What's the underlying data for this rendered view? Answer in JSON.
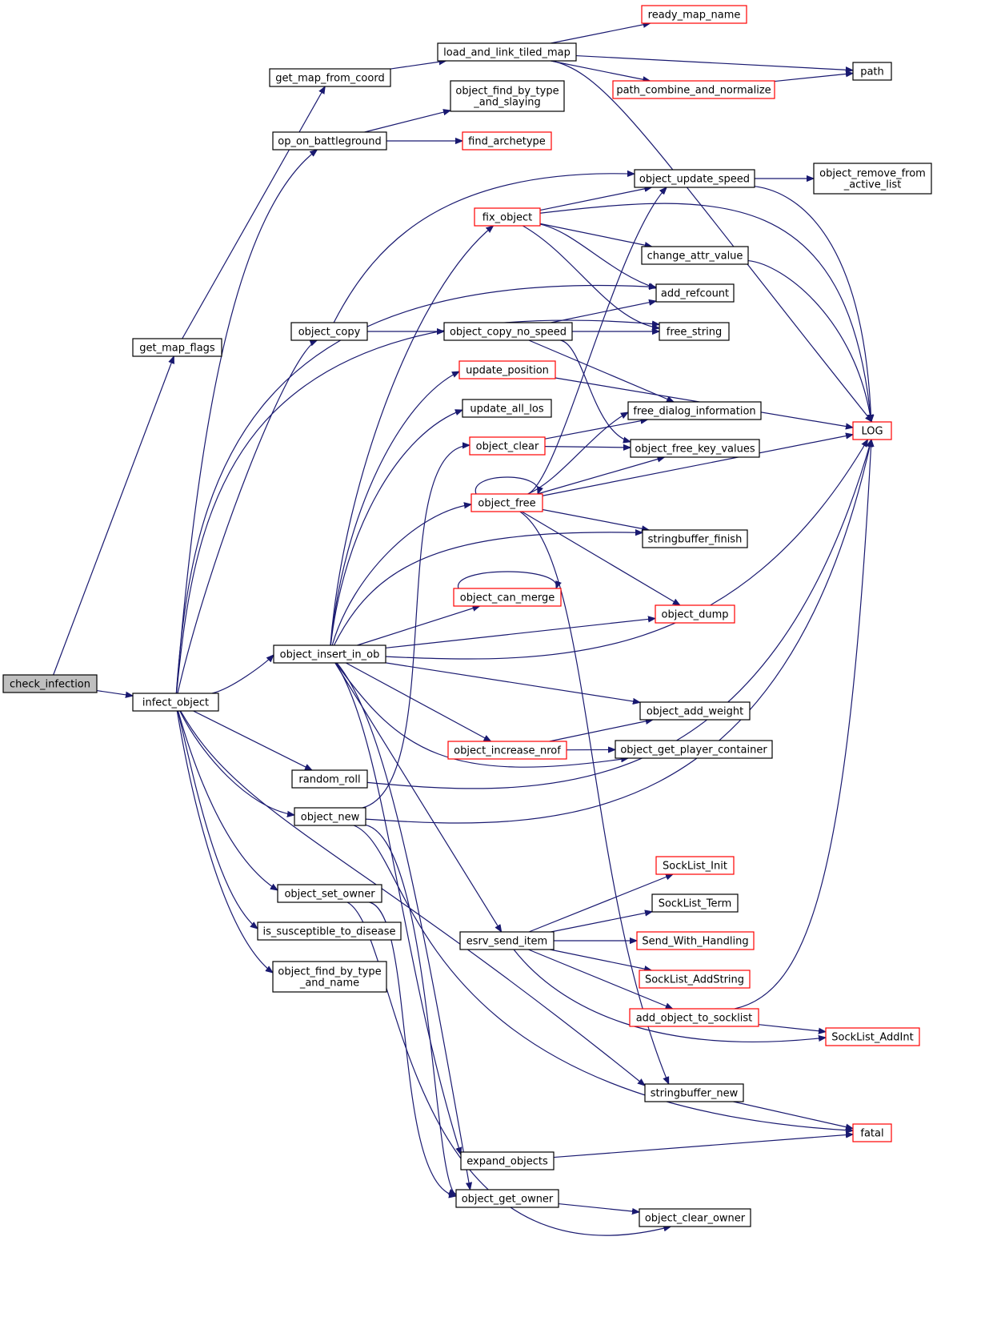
{
  "graph": {
    "colors": {
      "edge": "#191970",
      "normal_border": "#000000",
      "red_border": "#ff0000",
      "node_fill": "#ffffff",
      "root_fill": "#bfbfbf"
    },
    "nodes": [
      {
        "id": "check_infection",
        "label": "check_infection",
        "style": "root"
      },
      {
        "id": "get_map_flags",
        "label": "get_map_flags",
        "style": "normal"
      },
      {
        "id": "infect_object",
        "label": "infect_object",
        "style": "normal"
      },
      {
        "id": "get_map_from_coord",
        "label": "get_map_from_coord",
        "style": "normal"
      },
      {
        "id": "load_and_link_tiled_map",
        "label": "load_and_link_tiled_map",
        "style": "normal"
      },
      {
        "id": "ready_map_name",
        "label": "ready_map_name",
        "style": "red"
      },
      {
        "id": "path",
        "label": "path",
        "style": "normal"
      },
      {
        "id": "path_combine_and_normalize",
        "label": "path_combine_and_normalize",
        "style": "red"
      },
      {
        "id": "LOG",
        "label": "LOG",
        "style": "red"
      },
      {
        "id": "op_on_battleground",
        "label": "op_on_battleground",
        "style": "normal"
      },
      {
        "id": "object_find_by_type_and_slaying",
        "label": "object_find_by_type\n_and_slaying",
        "style": "normal"
      },
      {
        "id": "find_archetype",
        "label": "find_archetype",
        "style": "red"
      },
      {
        "id": "object_update_speed",
        "label": "object_update_speed",
        "style": "normal"
      },
      {
        "id": "object_remove_from_active_list",
        "label": "object_remove_from\n_active_list",
        "style": "normal"
      },
      {
        "id": "fix_object",
        "label": "fix_object",
        "style": "red"
      },
      {
        "id": "change_attr_value",
        "label": "change_attr_value",
        "style": "normal"
      },
      {
        "id": "add_refcount",
        "label": "add_refcount",
        "style": "normal"
      },
      {
        "id": "free_string",
        "label": "free_string",
        "style": "normal"
      },
      {
        "id": "object_copy",
        "label": "object_copy",
        "style": "normal"
      },
      {
        "id": "object_copy_no_speed",
        "label": "object_copy_no_speed",
        "style": "normal"
      },
      {
        "id": "update_position",
        "label": "update_position",
        "style": "red"
      },
      {
        "id": "update_all_los",
        "label": "update_all_los",
        "style": "normal"
      },
      {
        "id": "free_dialog_information",
        "label": "free_dialog_information",
        "style": "normal"
      },
      {
        "id": "object_clear",
        "label": "object_clear",
        "style": "red"
      },
      {
        "id": "object_free_key_values",
        "label": "object_free_key_values",
        "style": "normal"
      },
      {
        "id": "object_free",
        "label": "object_free",
        "style": "red"
      },
      {
        "id": "stringbuffer_finish",
        "label": "stringbuffer_finish",
        "style": "normal"
      },
      {
        "id": "object_can_merge",
        "label": "object_can_merge",
        "style": "red"
      },
      {
        "id": "object_dump",
        "label": "object_dump",
        "style": "red"
      },
      {
        "id": "object_insert_in_ob",
        "label": "object_insert_in_ob",
        "style": "normal"
      },
      {
        "id": "object_add_weight",
        "label": "object_add_weight",
        "style": "normal"
      },
      {
        "id": "object_increase_nrof",
        "label": "object_increase_nrof",
        "style": "red"
      },
      {
        "id": "object_get_player_container",
        "label": "object_get_player_container",
        "style": "normal"
      },
      {
        "id": "random_roll",
        "label": "random_roll",
        "style": "normal"
      },
      {
        "id": "object_new",
        "label": "object_new",
        "style": "normal"
      },
      {
        "id": "SockList_Init",
        "label": "SockList_Init",
        "style": "red"
      },
      {
        "id": "object_set_owner",
        "label": "object_set_owner",
        "style": "normal"
      },
      {
        "id": "SockList_Term",
        "label": "SockList_Term",
        "style": "normal"
      },
      {
        "id": "is_susceptible_to_disease",
        "label": "is_susceptible_to_disease",
        "style": "normal"
      },
      {
        "id": "esrv_send_item",
        "label": "esrv_send_item",
        "style": "normal"
      },
      {
        "id": "Send_With_Handling",
        "label": "Send_With_Handling",
        "style": "red"
      },
      {
        "id": "object_find_by_type_and_name",
        "label": "object_find_by_type\n_and_name",
        "style": "normal"
      },
      {
        "id": "SockList_AddString",
        "label": "SockList_AddString",
        "style": "red"
      },
      {
        "id": "add_object_to_socklist",
        "label": "add_object_to_socklist",
        "style": "red"
      },
      {
        "id": "SockList_AddInt",
        "label": "SockList_AddInt",
        "style": "red"
      },
      {
        "id": "stringbuffer_new",
        "label": "stringbuffer_new",
        "style": "normal"
      },
      {
        "id": "fatal",
        "label": "fatal",
        "style": "red"
      },
      {
        "id": "expand_objects",
        "label": "expand_objects",
        "style": "normal"
      },
      {
        "id": "object_get_owner",
        "label": "object_get_owner",
        "style": "normal"
      },
      {
        "id": "object_clear_owner",
        "label": "object_clear_owner",
        "style": "normal"
      }
    ],
    "edges": [
      [
        "check_infection",
        "get_map_flags"
      ],
      [
        "check_infection",
        "infect_object"
      ],
      [
        "get_map_flags",
        "get_map_from_coord"
      ],
      [
        "get_map_from_coord",
        "load_and_link_tiled_map"
      ],
      [
        "load_and_link_tiled_map",
        "ready_map_name"
      ],
      [
        "load_and_link_tiled_map",
        "path"
      ],
      [
        "load_and_link_tiled_map",
        "path_combine_and_normalize"
      ],
      [
        "load_and_link_tiled_map",
        "LOG"
      ],
      [
        "path_combine_and_normalize",
        "path"
      ],
      [
        "infect_object",
        "op_on_battleground"
      ],
      [
        "op_on_battleground",
        "object_find_by_type_and_slaying"
      ],
      [
        "op_on_battleground",
        "find_archetype"
      ],
      [
        "infect_object",
        "add_refcount"
      ],
      [
        "infect_object",
        "free_string"
      ],
      [
        "infect_object",
        "object_copy"
      ],
      [
        "infect_object",
        "object_insert_in_ob"
      ],
      [
        "infect_object",
        "random_roll"
      ],
      [
        "infect_object",
        "object_new"
      ],
      [
        "infect_object",
        "object_set_owner"
      ],
      [
        "infect_object",
        "is_susceptible_to_disease"
      ],
      [
        "infect_object",
        "object_find_by_type_and_name"
      ],
      [
        "infect_object",
        "stringbuffer_new"
      ],
      [
        "object_copy",
        "object_update_speed"
      ],
      [
        "object_copy",
        "object_copy_no_speed"
      ],
      [
        "object_update_speed",
        "object_remove_from_active_list"
      ],
      [
        "object_update_speed",
        "LOG"
      ],
      [
        "fix_object",
        "object_update_speed"
      ],
      [
        "fix_object",
        "LOG"
      ],
      [
        "fix_object",
        "change_attr_value"
      ],
      [
        "fix_object",
        "add_refcount"
      ],
      [
        "fix_object",
        "free_string"
      ],
      [
        "change_attr_value",
        "LOG"
      ],
      [
        "object_copy_no_speed",
        "add_refcount"
      ],
      [
        "object_copy_no_speed",
        "free_string"
      ],
      [
        "object_copy_no_speed",
        "free_dialog_information"
      ],
      [
        "object_copy_no_speed",
        "object_free_key_values"
      ],
      [
        "update_position",
        "LOG"
      ],
      [
        "object_clear",
        "free_dialog_information"
      ],
      [
        "object_clear",
        "object_free_key_values"
      ],
      [
        "object_free",
        "object_free"
      ],
      [
        "object_free",
        "object_update_speed"
      ],
      [
        "object_free",
        "free_dialog_information"
      ],
      [
        "object_free",
        "object_free_key_values"
      ],
      [
        "object_free",
        "LOG"
      ],
      [
        "object_free",
        "stringbuffer_finish"
      ],
      [
        "object_free",
        "object_dump"
      ],
      [
        "object_free",
        "stringbuffer_new"
      ],
      [
        "object_can_merge",
        "object_can_merge"
      ],
      [
        "object_insert_in_ob",
        "fix_object"
      ],
      [
        "object_insert_in_ob",
        "update_position"
      ],
      [
        "object_insert_in_ob",
        "update_all_los"
      ],
      [
        "object_insert_in_ob",
        "object_free"
      ],
      [
        "object_insert_in_ob",
        "stringbuffer_finish"
      ],
      [
        "object_insert_in_ob",
        "object_can_merge"
      ],
      [
        "object_insert_in_ob",
        "object_dump"
      ],
      [
        "object_insert_in_ob",
        "LOG"
      ],
      [
        "object_insert_in_ob",
        "object_add_weight"
      ],
      [
        "object_insert_in_ob",
        "object_increase_nrof"
      ],
      [
        "object_insert_in_ob",
        "object_get_player_container"
      ],
      [
        "object_insert_in_ob",
        "esrv_send_item"
      ],
      [
        "object_insert_in_ob",
        "object_get_owner"
      ],
      [
        "object_insert_in_ob",
        "expand_objects"
      ],
      [
        "object_increase_nrof",
        "object_add_weight"
      ],
      [
        "object_increase_nrof",
        "object_get_player_container"
      ],
      [
        "random_roll",
        "LOG"
      ],
      [
        "object_new",
        "object_clear"
      ],
      [
        "object_new",
        "LOG"
      ],
      [
        "object_new",
        "fatal"
      ],
      [
        "object_new",
        "object_get_owner"
      ],
      [
        "object_set_owner",
        "object_get_owner"
      ],
      [
        "object_set_owner",
        "object_clear_owner"
      ],
      [
        "esrv_send_item",
        "SockList_Init"
      ],
      [
        "esrv_send_item",
        "SockList_Term"
      ],
      [
        "esrv_send_item",
        "Send_With_Handling"
      ],
      [
        "esrv_send_item",
        "SockList_AddString"
      ],
      [
        "esrv_send_item",
        "add_object_to_socklist"
      ],
      [
        "esrv_send_item",
        "SockList_AddInt"
      ],
      [
        "add_object_to_socklist",
        "LOG"
      ],
      [
        "add_object_to_socklist",
        "SockList_AddInt"
      ],
      [
        "stringbuffer_new",
        "fatal"
      ],
      [
        "expand_objects",
        "fatal"
      ],
      [
        "object_get_owner",
        "object_clear_owner"
      ]
    ]
  }
}
